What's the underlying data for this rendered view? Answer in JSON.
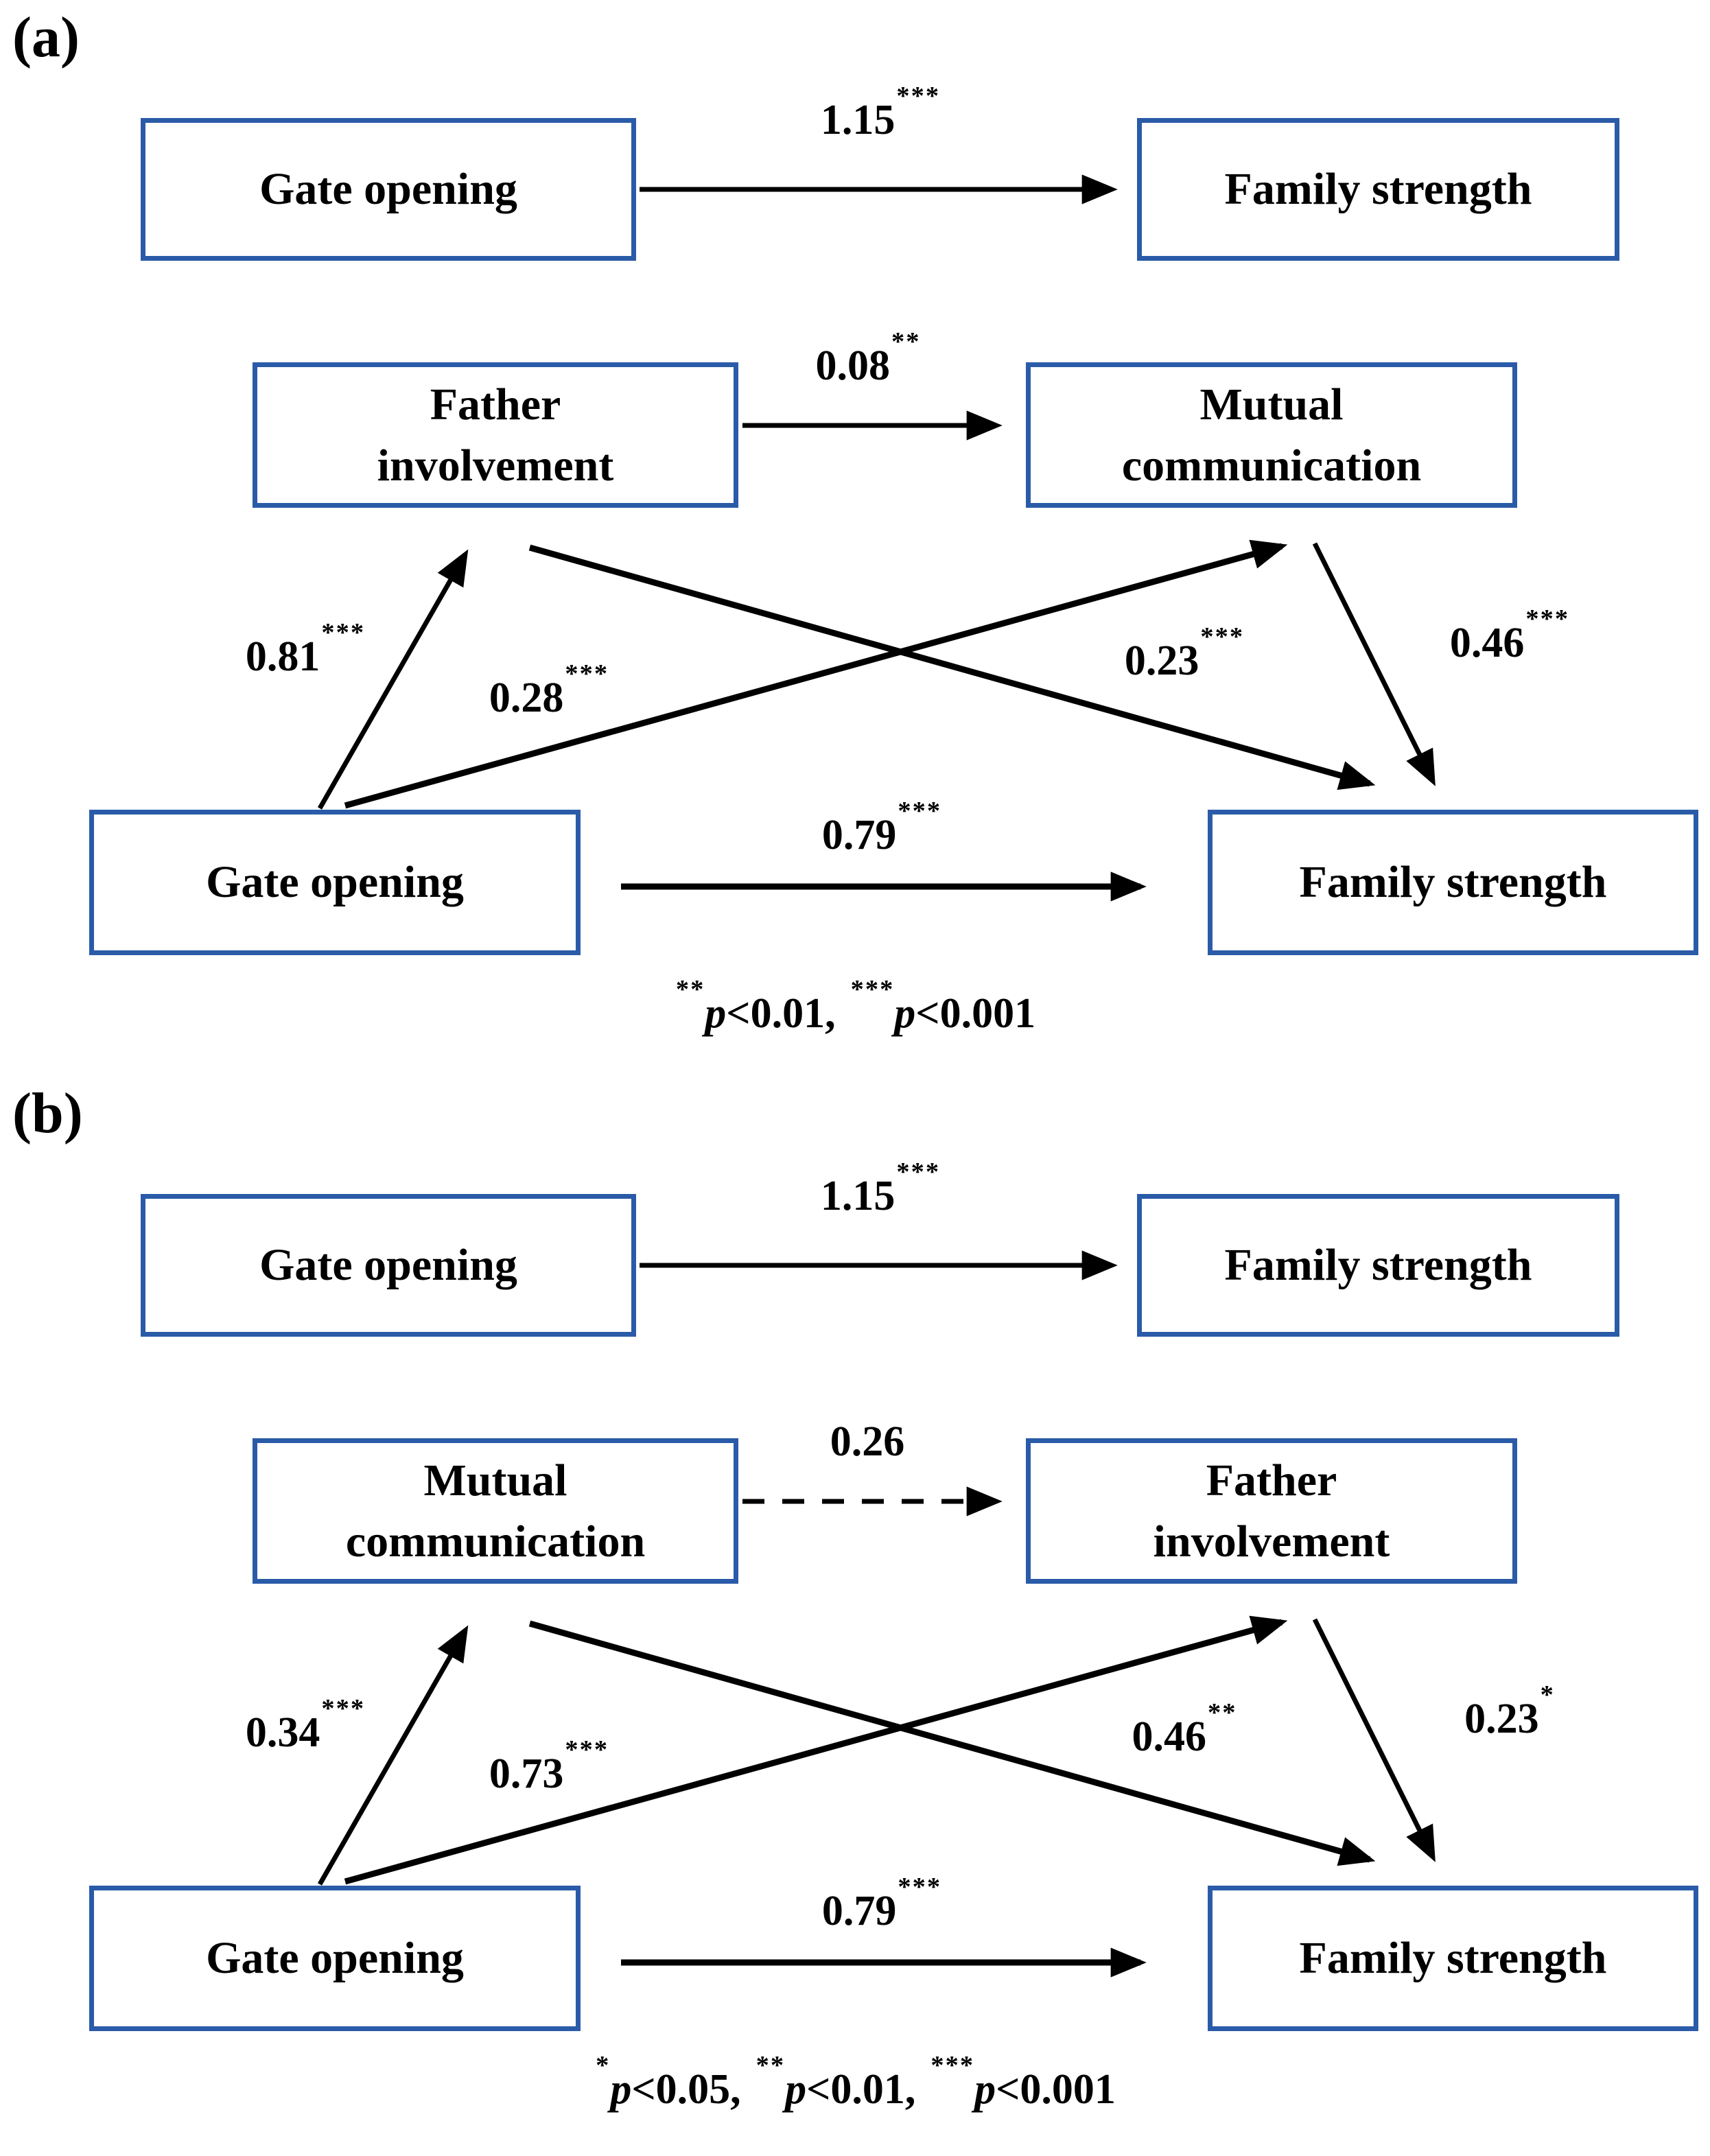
{
  "figure": {
    "colors": {
      "box_border": "#2a5ba8",
      "line": "#000000",
      "text": "#000000"
    },
    "panel_a": {
      "label": "(a)",
      "total_model": {
        "predictor": "Gate opening",
        "outcome": "Family strength",
        "coef": {
          "value": "1.15",
          "stars": "***"
        }
      },
      "mediation_model": {
        "predictor": "Gate opening",
        "outcome": "Family strength",
        "mediator1": "Father\ninvolvement",
        "mediator2": "Mutual\ncommunication",
        "paths": {
          "m1_to_m2": {
            "value": "0.08",
            "stars": "**",
            "line_style": "solid"
          },
          "x_to_m1": {
            "value": "0.81",
            "stars": "***",
            "line_style": "solid"
          },
          "x_to_m2": {
            "value": "0.28",
            "stars": "***",
            "line_style": "solid"
          },
          "m1_to_y": {
            "value": "0.23",
            "stars": "***",
            "line_style": "solid"
          },
          "m2_to_y": {
            "value": "0.46",
            "stars": "***",
            "line_style": "solid"
          },
          "x_to_y_direct": {
            "value": "0.79",
            "stars": "***",
            "line_style": "solid"
          }
        }
      },
      "footnote": [
        {
          "stars": "**",
          "p": "p",
          "cmp": "<0.01,"
        },
        {
          "stars": "***",
          "p": "p",
          "cmp": "<0.001"
        }
      ]
    },
    "panel_b": {
      "label": "(b)",
      "total_model": {
        "predictor": "Gate opening",
        "outcome": "Family strength",
        "coef": {
          "value": "1.15",
          "stars": "***"
        }
      },
      "mediation_model": {
        "predictor": "Gate opening",
        "outcome": "Family strength",
        "mediator1": "Mutual\ncommunication",
        "mediator2": "Father\ninvolvement",
        "paths": {
          "m1_to_m2": {
            "value": "0.26",
            "stars": "",
            "line_style": "dashed"
          },
          "x_to_m1": {
            "value": "0.34",
            "stars": "***",
            "line_style": "solid"
          },
          "x_to_m2": {
            "value": "0.73",
            "stars": "***",
            "line_style": "solid"
          },
          "m1_to_y": {
            "value": "0.46",
            "stars": "**",
            "line_style": "solid"
          },
          "m2_to_y": {
            "value": "0.23",
            "stars": "*",
            "line_style": "solid"
          },
          "x_to_y_direct": {
            "value": "0.79",
            "stars": "***",
            "line_style": "solid"
          }
        }
      },
      "footnote": [
        {
          "stars": "*",
          "p": "p",
          "cmp": "<0.05,"
        },
        {
          "stars": "**",
          "p": "p",
          "cmp": "<0.01,"
        },
        {
          "stars": "***",
          "p": "p",
          "cmp": "<0.001"
        }
      ]
    }
  }
}
